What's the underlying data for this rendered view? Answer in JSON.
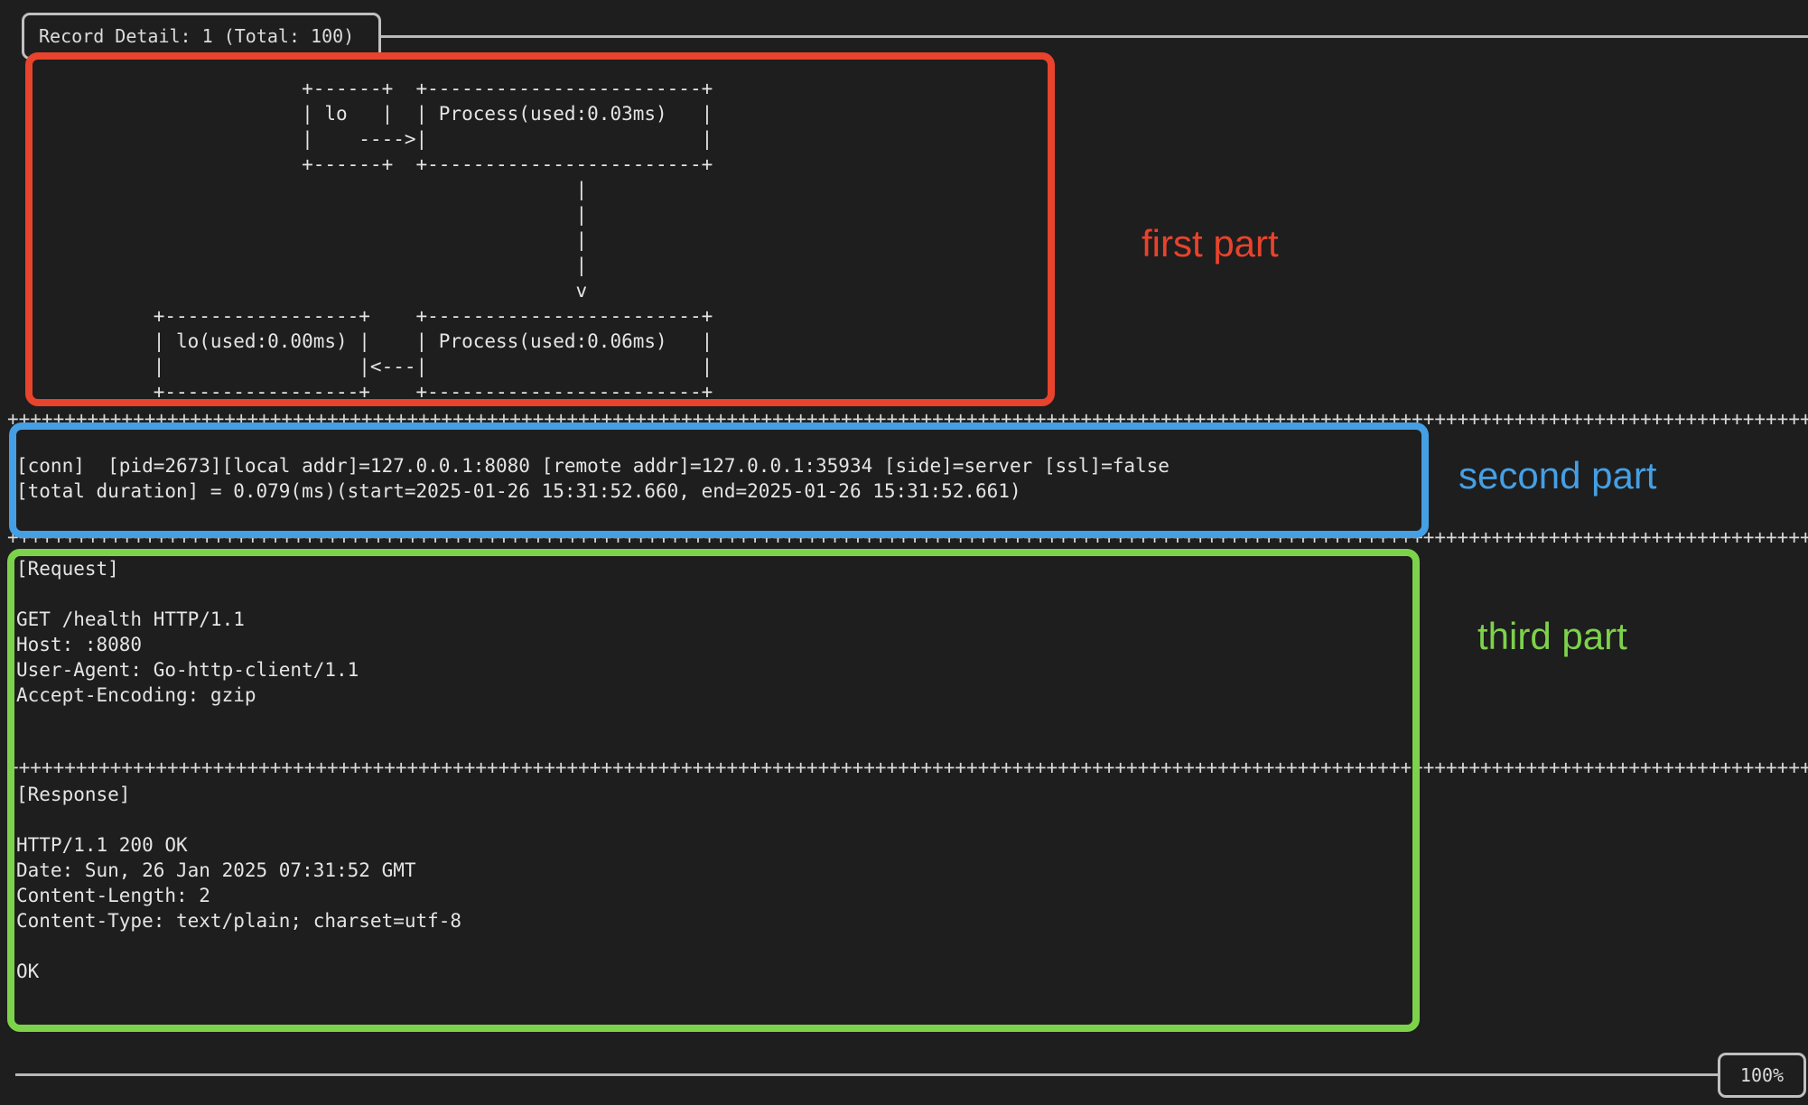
{
  "app": {
    "title_bar": "Record Detail: 1 (Total: 100)",
    "zoom_level": "100%"
  },
  "colors": {
    "background": "#1e1e1e",
    "terminal_text": "#e4e4e4",
    "frame": "#c0c0c0",
    "annotation_red": "#e8432c",
    "annotation_blue": "#459fe4",
    "annotation_green": "#7dd24b"
  },
  "flow_diagram": {
    "lines": [
      "                         +------+  +------------------------+",
      "                         | lo   |  | Process(used:0.03ms)   |",
      "                         |    ---->|                        |",
      "                         +------+  +------------------------+",
      "                                                 |",
      "                                                 |",
      "                                                 |",
      "                                                 |",
      "                                                 v",
      "            +-----------------+    +------------------------+",
      "            | lo(used:0.00ms) |    | Process(used:0.06ms)   |",
      "            |                 |<---|                        |",
      "            +-----------------+    +------------------------+"
    ]
  },
  "separator_row": "++++++++++++++++++++++++++++++++++++++++++++++++++++++++++++++++++++++++++++++++++++++++++++++++++++++++++++++++++++++++++++++++++++++++++++++++++++++++++++++++++++++++++++++++++++++++++++++++++++++++",
  "connection_info": {
    "lines": [
      "[conn]  [pid=2673][local addr]=127.0.0.1:8080 [remote addr]=127.0.0.1:35934 [side]=server [ssl]=false",
      "[total duration] = 0.079(ms)(start=2025-01-26 15:31:52.660, end=2025-01-26 15:31:52.661)"
    ]
  },
  "request_section": {
    "lines": [
      "[Request]",
      "",
      "GET /health HTTP/1.1",
      "Host: :8080",
      "User-Agent: Go-http-client/1.1",
      "Accept-Encoding: gzip"
    ]
  },
  "response_section": {
    "lines": [
      "[Response]",
      "",
      "HTTP/1.1 200 OK",
      "Date: Sun, 26 Jan 2025 07:31:52 GMT",
      "Content-Length: 2",
      "Content-Type: text/plain; charset=utf-8",
      "",
      "OK"
    ]
  },
  "annotations": {
    "first": {
      "label": "first part",
      "color": "#e8432c"
    },
    "second": {
      "label": "second part",
      "color": "#459fe4"
    },
    "third": {
      "label": "third part",
      "color": "#7dd24b"
    }
  }
}
